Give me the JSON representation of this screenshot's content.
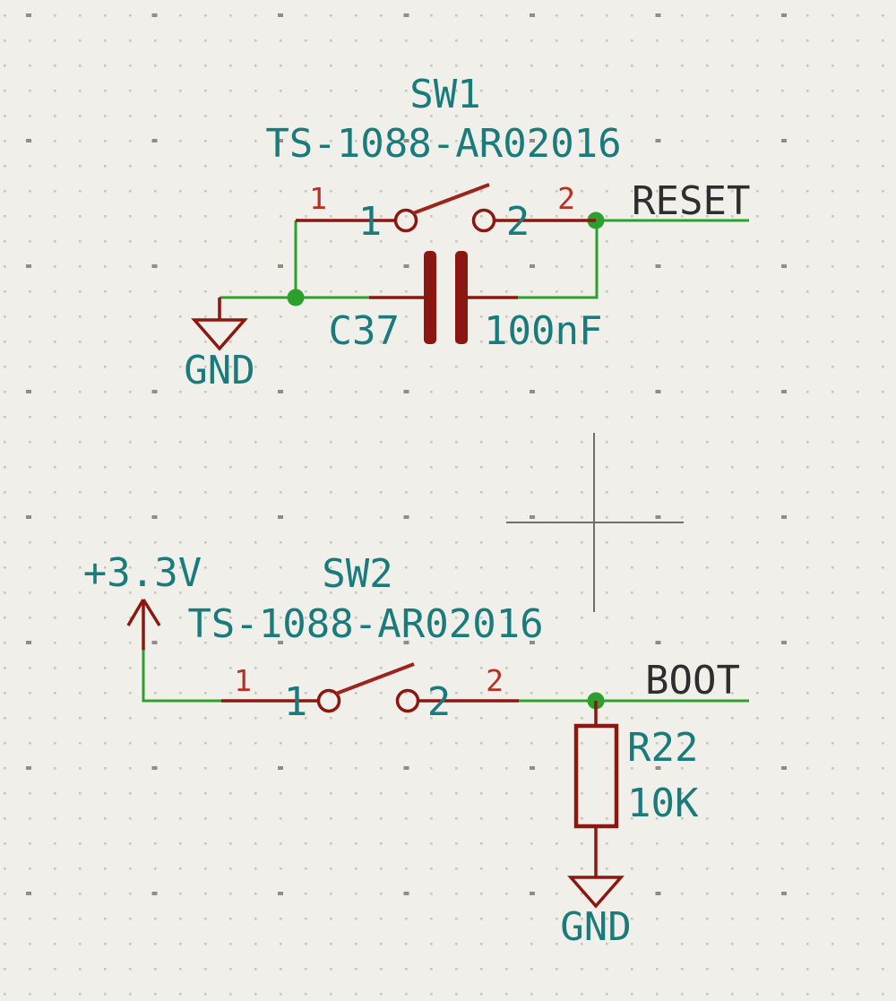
{
  "editor": {
    "type": "schematic",
    "grid_style": "dots"
  },
  "colors": {
    "background": "#f1efe9",
    "grid_minor_dot": "#c6c4be",
    "grid_major_dot": "#8f8d88",
    "wire_green": "#2ca02c",
    "symbol_dark_red": "#8b1710",
    "pin_number_red": "#bb2f22",
    "field_teal": "#1a7b7c",
    "net_label_black": "#2e2e2e",
    "crosshair_gray": "#6f6f6f"
  },
  "sw1": {
    "reference": "SW1",
    "part_number": "TS-1088-AR02016",
    "net_label": "RESET",
    "pins": {
      "left": {
        "number": "1",
        "name": "1"
      },
      "right": {
        "number": "2",
        "name": "2"
      }
    },
    "capacitor": {
      "reference": "C37",
      "value": "100nF"
    },
    "ground": {
      "label": "GND"
    }
  },
  "sw2": {
    "reference": "SW2",
    "part_number": "TS-1088-AR02016",
    "net_label": "BOOT",
    "power": {
      "label": "+3.3V"
    },
    "pins": {
      "left": {
        "number": "1",
        "name": "1"
      },
      "right": {
        "number": "2",
        "name": "2"
      }
    },
    "resistor": {
      "reference": "R22",
      "value": "10K"
    },
    "ground": {
      "label": "GND"
    }
  }
}
